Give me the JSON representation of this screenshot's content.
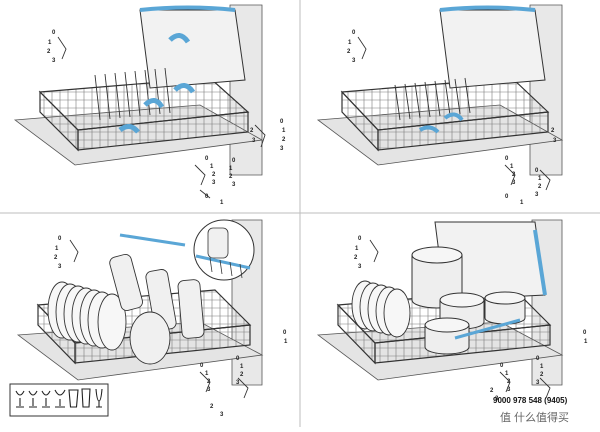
{
  "panels": [
    {
      "id": "top-left",
      "labels": [
        "0",
        "1",
        "2",
        "3",
        "0",
        "1",
        "2",
        "3",
        "0",
        "1",
        "2",
        "3",
        "0",
        "1",
        "2",
        "3",
        "0",
        "1",
        "2",
        "3"
      ]
    },
    {
      "id": "top-right",
      "labels": [
        "0",
        "1",
        "2",
        "3",
        "0",
        "1",
        "2",
        "3",
        "0",
        "1",
        "2",
        "3",
        "0",
        "1",
        "2",
        "3"
      ]
    },
    {
      "id": "bottom-left",
      "labels": [
        "0",
        "1",
        "2",
        "3",
        "0",
        "1",
        "2",
        "3",
        "0",
        "1",
        "2",
        "3",
        "0",
        "1",
        "2",
        "3"
      ]
    },
    {
      "id": "bottom-right",
      "labels": [
        "0",
        "1",
        "2",
        "3",
        "0",
        "1",
        "2",
        "3",
        "0",
        "1",
        "2",
        "3",
        "0",
        "1",
        "2",
        "3"
      ]
    }
  ],
  "footer": {
    "code": "9000 978 548 (9405)",
    "watermark": "值 什么值得买"
  },
  "colors": {
    "line": "#3a3a3a",
    "panel_fill": "#e6e6e6",
    "rack_fill": "#efefef",
    "accent": "#5aa6d6",
    "divider": "#bdbdbd"
  },
  "icons": [
    "wine-glass-icon",
    "wine-glass-icon",
    "wine-glass-icon",
    "wine-glass-icon",
    "tumbler-icon",
    "tall-glass-icon",
    "champagne-flute-icon"
  ]
}
